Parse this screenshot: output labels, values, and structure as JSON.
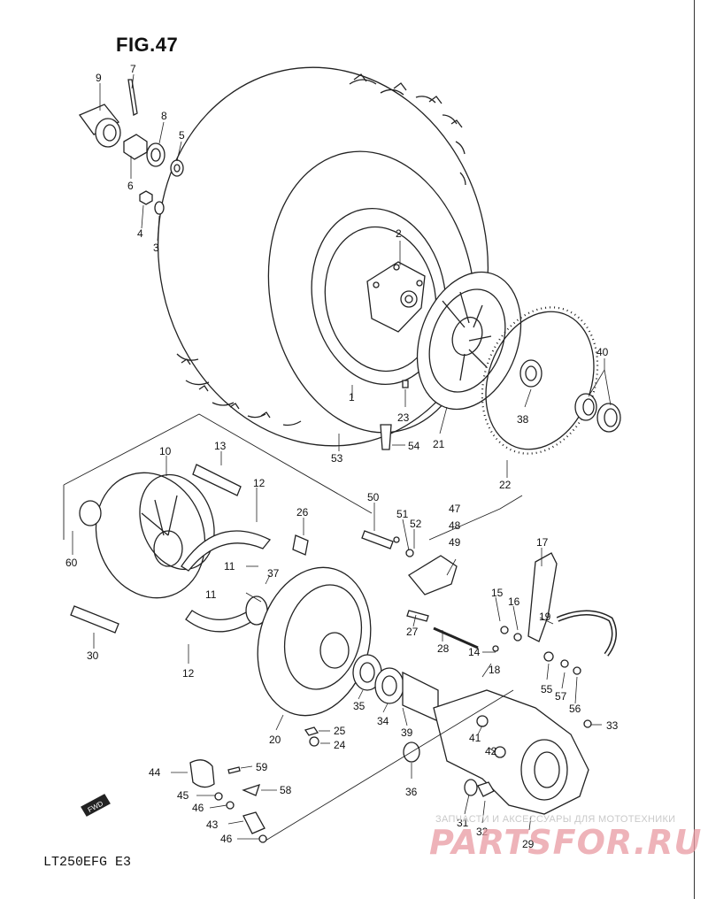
{
  "figure": {
    "title": "FIG.47",
    "model": "LT250EFG E3"
  },
  "watermark": {
    "text": "ЗАПЧАСТИ И АКСЕССУАРЫ ДЛЯ МОТОТЕХНИКИ",
    "brand": "PARTSFOR.RU"
  },
  "direction_badge": "FWD",
  "callouts": [
    {
      "id": "c9",
      "label": "9"
    },
    {
      "id": "c7",
      "label": "7"
    },
    {
      "id": "c8",
      "label": "8"
    },
    {
      "id": "c5",
      "label": "5"
    },
    {
      "id": "c6",
      "label": "6"
    },
    {
      "id": "c4",
      "label": "4"
    },
    {
      "id": "c3",
      "label": "3"
    },
    {
      "id": "c2",
      "label": "2"
    },
    {
      "id": "c1",
      "label": "1"
    },
    {
      "id": "c40",
      "label": "40"
    },
    {
      "id": "c38",
      "label": "38"
    },
    {
      "id": "c23",
      "label": "23"
    },
    {
      "id": "c21",
      "label": "21"
    },
    {
      "id": "c54",
      "label": "54"
    },
    {
      "id": "c53",
      "label": "53"
    },
    {
      "id": "c22",
      "label": "22"
    },
    {
      "id": "c10",
      "label": "10"
    },
    {
      "id": "c13",
      "label": "13"
    },
    {
      "id": "c12a",
      "label": "12"
    },
    {
      "id": "c60",
      "label": "60"
    },
    {
      "id": "c26",
      "label": "26"
    },
    {
      "id": "c50",
      "label": "50"
    },
    {
      "id": "c51",
      "label": "51"
    },
    {
      "id": "c52",
      "label": "52"
    },
    {
      "id": "c47",
      "label": "47"
    },
    {
      "id": "c48",
      "label": "48"
    },
    {
      "id": "c49",
      "label": "49"
    },
    {
      "id": "c17",
      "label": "17"
    },
    {
      "id": "c11a",
      "label": "11"
    },
    {
      "id": "c11b",
      "label": "11"
    },
    {
      "id": "c37",
      "label": "37"
    },
    {
      "id": "c15",
      "label": "15"
    },
    {
      "id": "c16",
      "label": "16"
    },
    {
      "id": "c19",
      "label": "19"
    },
    {
      "id": "c30",
      "label": "30"
    },
    {
      "id": "c12b",
      "label": "12"
    },
    {
      "id": "c27",
      "label": "27"
    },
    {
      "id": "c28",
      "label": "28"
    },
    {
      "id": "c14",
      "label": "14"
    },
    {
      "id": "c18",
      "label": "18"
    },
    {
      "id": "c55",
      "label": "55"
    },
    {
      "id": "c57",
      "label": "57"
    },
    {
      "id": "c56",
      "label": "56"
    },
    {
      "id": "c35",
      "label": "35"
    },
    {
      "id": "c34",
      "label": "34"
    },
    {
      "id": "c39",
      "label": "39"
    },
    {
      "id": "c20",
      "label": "20"
    },
    {
      "id": "c25",
      "label": "25"
    },
    {
      "id": "c24",
      "label": "24"
    },
    {
      "id": "c41",
      "label": "41"
    },
    {
      "id": "c42",
      "label": "42"
    },
    {
      "id": "c33",
      "label": "33"
    },
    {
      "id": "c36",
      "label": "36"
    },
    {
      "id": "c44",
      "label": "44"
    },
    {
      "id": "c59",
      "label": "59"
    },
    {
      "id": "c58",
      "label": "58"
    },
    {
      "id": "c45",
      "label": "45"
    },
    {
      "id": "c46a",
      "label": "46"
    },
    {
      "id": "c43",
      "label": "43"
    },
    {
      "id": "c46b",
      "label": "46"
    },
    {
      "id": "c31",
      "label": "31"
    },
    {
      "id": "c32",
      "label": "32"
    },
    {
      "id": "c29",
      "label": "29"
    }
  ]
}
